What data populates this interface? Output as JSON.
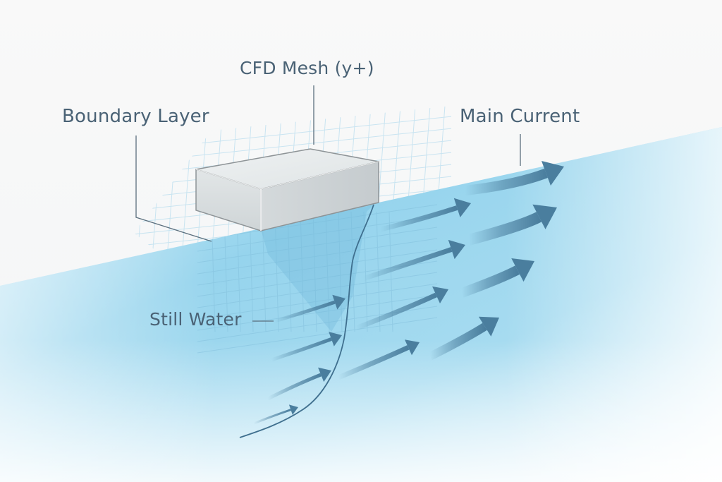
{
  "diagram": {
    "title": "Boundary layer flow past a submerged block",
    "labels": {
      "cfd_mesh": "CFD Mesh (y+)",
      "boundary_layer": "Boundary Layer",
      "main_current": "Main Current",
      "still_water": "Still Water"
    },
    "elements": {
      "block": "rectangular obstacle",
      "mesh": "computational grid",
      "velocity_profile": "boundary layer velocity profile curve",
      "flow_arrows": "flow direction arrows"
    },
    "colors": {
      "background": "#f7f8f8",
      "water_deep": "#8fd0ea",
      "water_light": "#d9f0f9",
      "arrow": "#4a7e9e",
      "label_text": "#4a6275",
      "block_top": "#e4e8e9",
      "block_front": "#c9cfd1",
      "block_side": "#d6dbdd",
      "mesh_line": "#bfe0ef"
    }
  }
}
